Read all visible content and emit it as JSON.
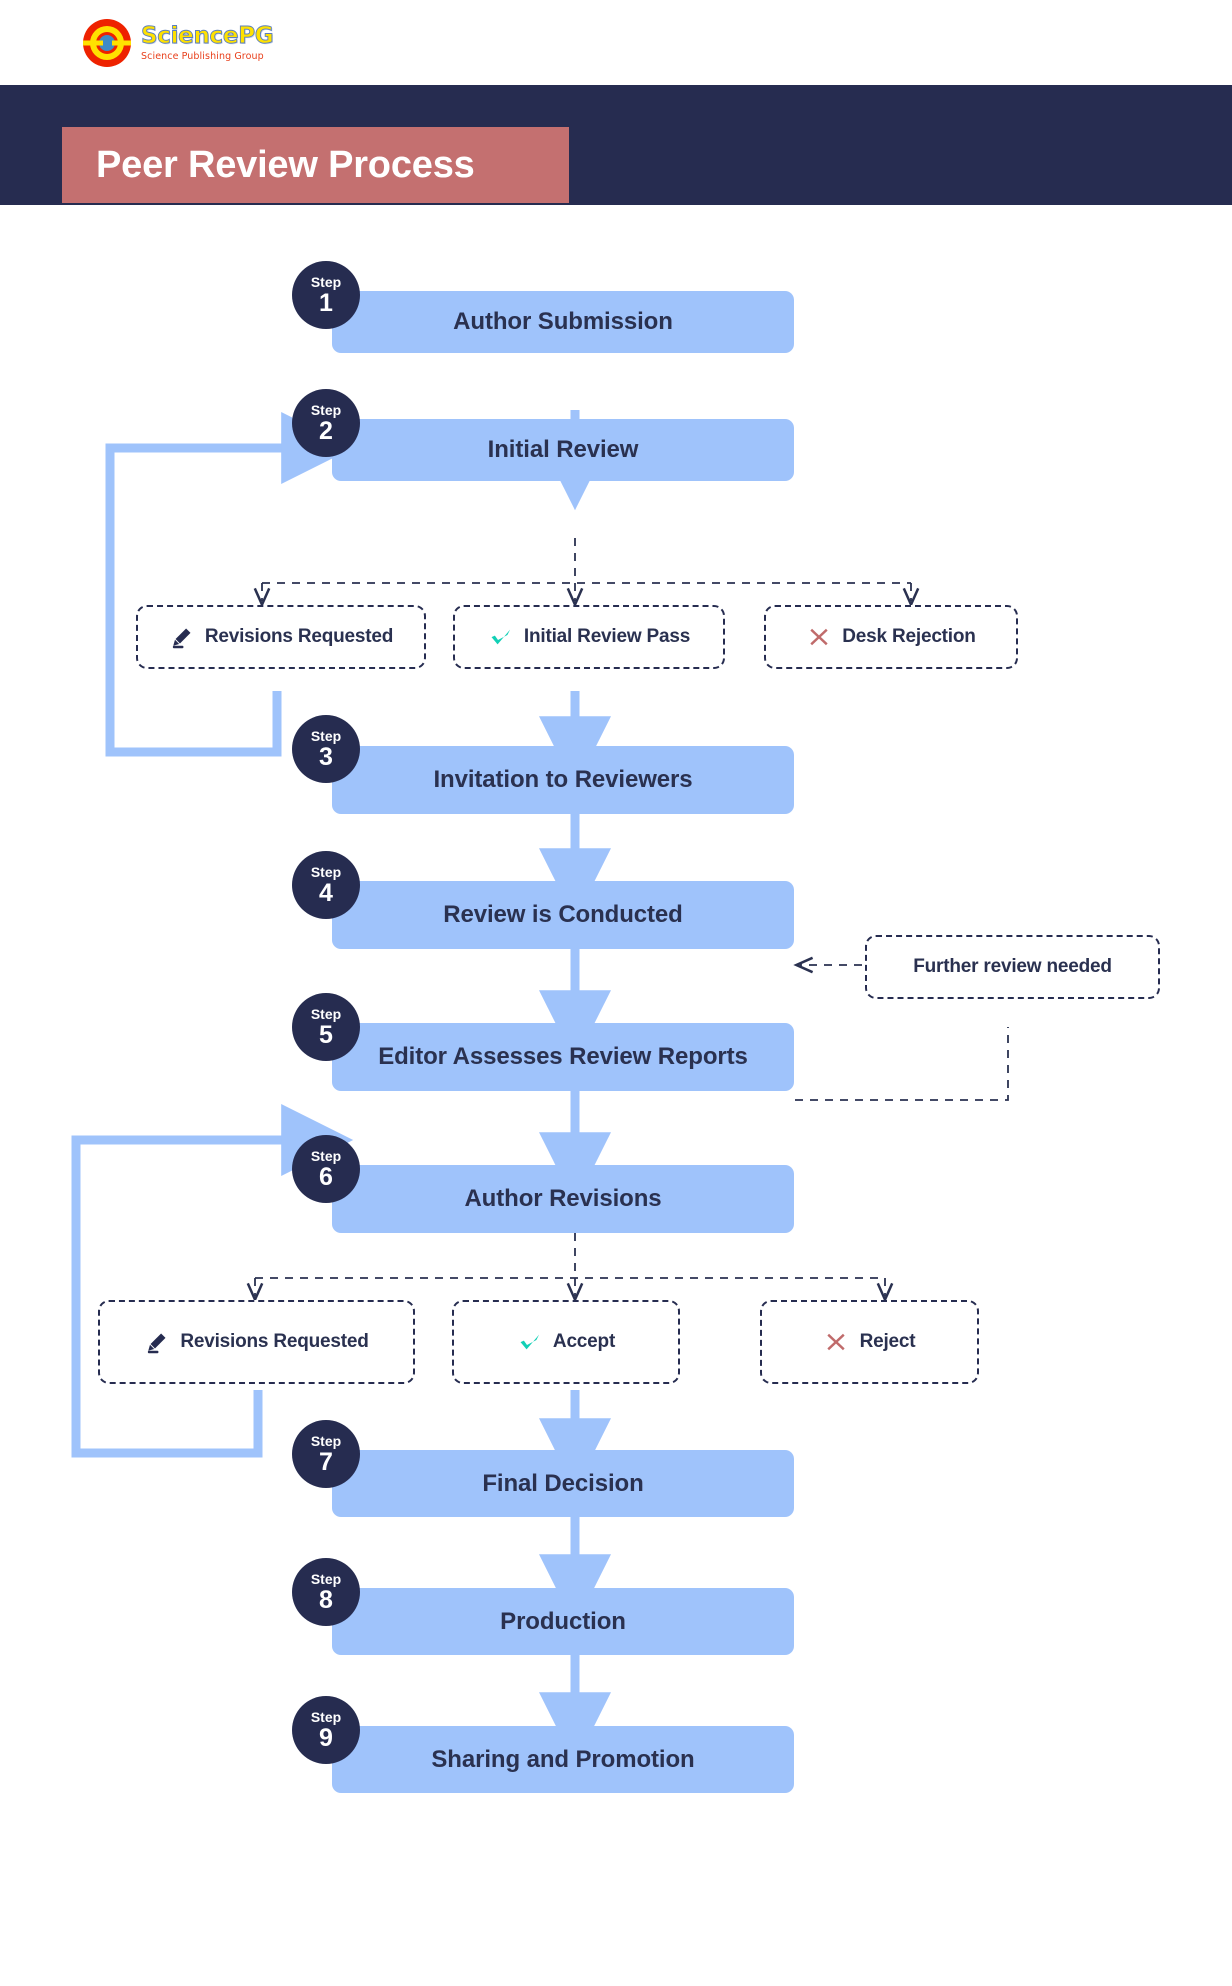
{
  "brand": {
    "name": "SciencePG",
    "tagline": "Science Publishing Group",
    "logo_icon": "sciencepg-circle-logo",
    "colors": {
      "yellow": "#FFE100",
      "red": "#E8401C",
      "blue": "#3D8BC8"
    }
  },
  "header": {
    "title": "Peer Review Process",
    "banner_color": "#262C50",
    "title_block_color": "#C47070",
    "title_text_color": "#FFFFFF"
  },
  "theme": {
    "step_box_fill": "#9FC3FB",
    "step_box_text": "#2A3150",
    "badge_fill": "#262C50",
    "badge_text": "#FFFFFF",
    "connector_solid": "#9FC3FB",
    "connector_dashed": "#2A3150",
    "accept_icon_color": "#12D0B6",
    "reject_icon_color": "#C06B6B",
    "revise_icon_color": "#262C50"
  },
  "flow": {
    "step_label": "Step",
    "steps": [
      {
        "num": "1",
        "label": "Author Submission"
      },
      {
        "num": "2",
        "label": "Initial Review"
      },
      {
        "num": "3",
        "label": "Invitation to Reviewers"
      },
      {
        "num": "4",
        "label": "Review is Conducted"
      },
      {
        "num": "5",
        "label": "Editor Assesses Review Reports"
      },
      {
        "num": "6",
        "label": "Author Revisions"
      },
      {
        "num": "7",
        "label": "Final Decision"
      },
      {
        "num": "8",
        "label": "Production"
      },
      {
        "num": "9",
        "label": "Sharing and Promotion"
      }
    ],
    "decisions_after_initial_review": [
      {
        "label": "Revisions Requested",
        "icon": "pencil-icon"
      },
      {
        "label": "Initial Review Pass",
        "icon": "check-icon"
      },
      {
        "label": "Desk Rejection",
        "icon": "cross-icon"
      }
    ],
    "decisions_after_author_revisions": [
      {
        "label": "Revisions Requested",
        "icon": "pencil-icon"
      },
      {
        "label": "Accept",
        "icon": "check-icon"
      },
      {
        "label": "Reject",
        "icon": "cross-icon"
      }
    ],
    "side_note": {
      "label": "Further review needed"
    }
  }
}
